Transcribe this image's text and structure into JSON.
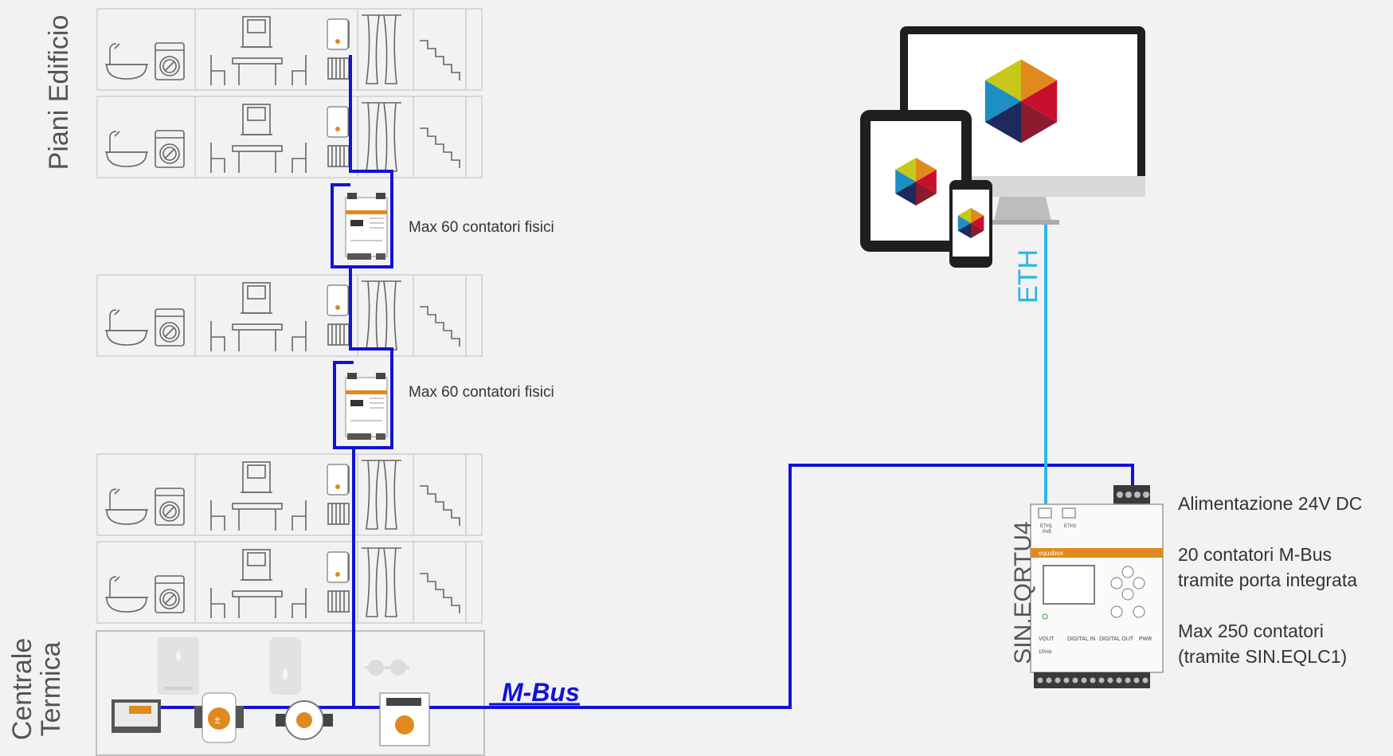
{
  "section_labels": {
    "building_floors": "Piani Edificio",
    "central_line1": "Centrale",
    "central_line2": "Termica"
  },
  "bus_labels": {
    "mbus": "M-Bus",
    "eth": "ETH",
    "device_name": "SIN.EQRTU4"
  },
  "concentrators": [
    {
      "caption": "Max 60 contatori fisici"
    },
    {
      "caption": "Max 60 contatori fisici"
    }
  ],
  "device_notes": {
    "power": "Alimentazione 24V DC",
    "mbus_line1": "20 contatori M-Bus",
    "mbus_line2": "tramite porta integrata",
    "max_line1": "Max 250 contatori",
    "max_line2": "(tramite SIN.EQLC1)"
  },
  "device_panel": {
    "brand": "equobox",
    "eth1": "ETH1",
    "poe": "PoE",
    "eth2": "ETH2",
    "vout": "VOUT",
    "digital_in": "DIGITAL IN",
    "digital_out": "DIGITAL OUT",
    "pwr": "PWR",
    "vdc": "15Vdc"
  },
  "colors": {
    "mbus_wire": "#1212d6",
    "eth_wire": "#29b6e8",
    "logo_yellow": "#c8c818",
    "logo_orange": "#e08a1e",
    "logo_red": "#c8102e",
    "logo_navy": "#1c2a5e",
    "logo_blue": "#1d8fc4",
    "logo_green": "#2e9e4a"
  }
}
